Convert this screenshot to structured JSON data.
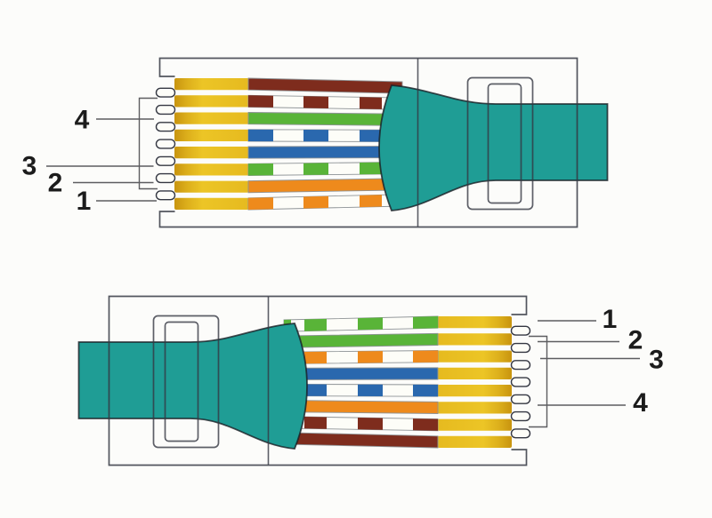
{
  "diagram": {
    "background": "#fcfcfa",
    "colors": {
      "cable": "#1f9d95",
      "pin_bright": "#ecc526",
      "pin_mid": "#ddb01c",
      "pin_dark": "#c8940f",
      "pin_end": "#e6ba1f",
      "outline": "#343742",
      "wire_outline": "#8e9396",
      "label_line": "#5d5d60",
      "digit": "#1c1c1c",
      "wire_green": "#59b438",
      "wire_orange": "#ee8a1c",
      "wire_blue": "#2a68ae",
      "wire_brown": "#7e2c1d",
      "wire_white": "#fdfdf8"
    },
    "connectors": [
      {
        "id": "top",
        "pins_side": "left",
        "cable_exit": "right",
        "wires_top_to_bottom": [
          "brown",
          "white-brown",
          "green",
          "white-blue",
          "blue",
          "white-green",
          "orange",
          "white-orange"
        ],
        "labels": [
          "4",
          "3",
          "2",
          "1"
        ]
      },
      {
        "id": "bottom",
        "pins_side": "right",
        "cable_exit": "left",
        "wires_top_to_bottom": [
          "white-green",
          "green",
          "white-orange",
          "blue",
          "white-blue",
          "orange",
          "white-brown",
          "brown"
        ],
        "labels": [
          "1",
          "2",
          "3",
          "4"
        ]
      }
    ]
  }
}
